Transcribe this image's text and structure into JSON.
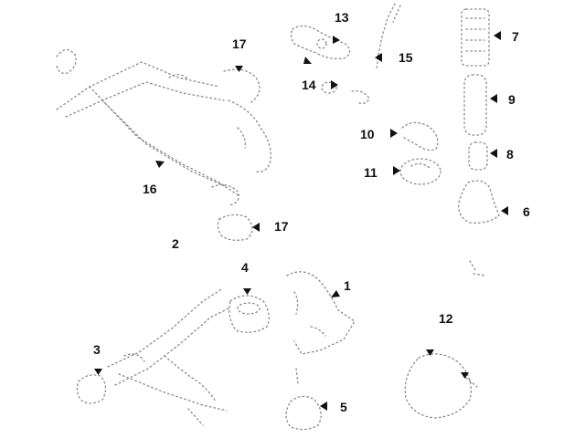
{
  "diagram": {
    "colors": {
      "line": "#8a8a8a",
      "text": "#111111",
      "background": "#ffffff"
    },
    "callouts": {
      "c1": "1",
      "c2": "2",
      "c3": "3",
      "c4": "4",
      "c5": "5",
      "c6": "6",
      "c7": "7",
      "c8": "8",
      "c9": "9",
      "c10": "10",
      "c11": "11",
      "c12": "12",
      "c13": "13",
      "c14": "14",
      "c15": "15",
      "c16": "16",
      "c17a": "17",
      "c17b": "17"
    }
  }
}
